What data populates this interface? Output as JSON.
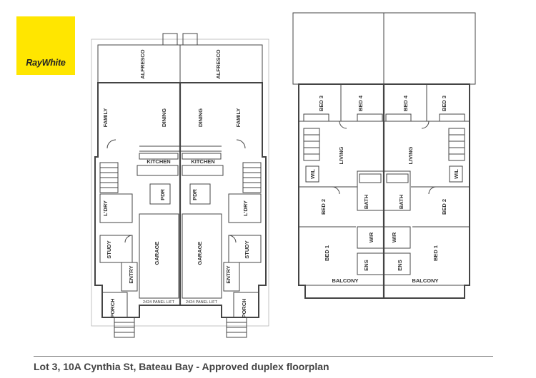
{
  "logo": {
    "text": "RayWhite",
    "color": "#ffe600"
  },
  "ground_floor": {
    "rooms": {
      "alfresco_l": "ALFRESCO",
      "alfresco_r": "ALFRESCO",
      "family_l": "FAMILY",
      "family_r": "FAMILY",
      "dining_l": "DINING",
      "dining_r": "DINING",
      "kitchen_l": "KITCHEN",
      "kitchen_r": "KITCHEN",
      "pdr_l": "PDR",
      "pdr_r": "PDR",
      "ldry_l": "L'DRY",
      "ldry_r": "L'DRY",
      "study_l": "STUDY",
      "study_r": "STUDY",
      "entry_l": "ENTRY",
      "entry_r": "ENTRY",
      "garage_l": "GARAGE",
      "garage_r": "GARAGE",
      "porch_l": "PORCH",
      "porch_r": "PORCH"
    },
    "garage_door_l": "2424 PANEL LIFT",
    "garage_door_r": "2424 PANEL LIFT"
  },
  "first_floor": {
    "rooms": {
      "bed3_l": "BED 3",
      "bed4_l": "BED 4",
      "bed4_r": "BED 4",
      "bed3_r": "BED 3",
      "living_l": "LIVING",
      "living_r": "LIVING",
      "bed2_l": "BED 2",
      "bed2_r": "BED 2",
      "bath_l": "BATH",
      "bath_r": "BATH",
      "wir_l": "WIR",
      "wir_r": "WIR",
      "bed1_l": "BED 1",
      "bed1_r": "BED 1",
      "ens_l": "ENS",
      "ens_r": "ENS",
      "balcony_l": "BALCONY",
      "balcony_r": "BALCONY",
      "wil_l": "WIL",
      "wil_r": "WIL"
    }
  },
  "caption": "Lot 3, 10A Cynthia St, Bateau Bay - Approved duplex floorplan"
}
